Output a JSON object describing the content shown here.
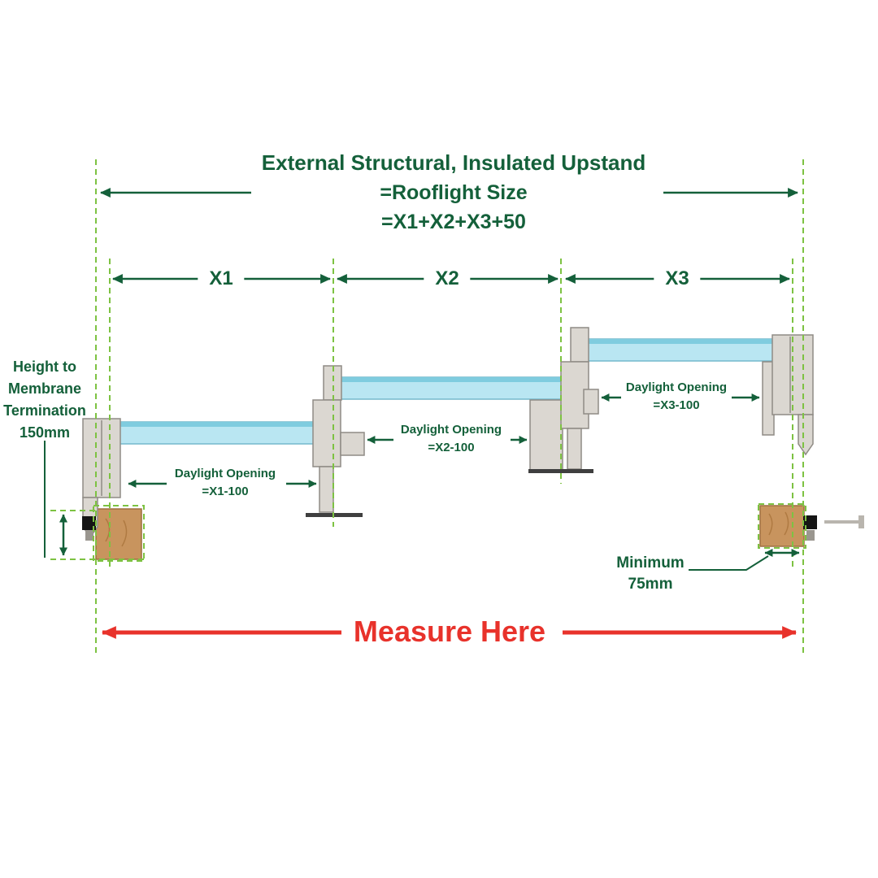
{
  "title": {
    "line1": "External Structural, Insulated Upstand",
    "line2": "=Rooflight Size",
    "line3": "=X1+X2+X3+50"
  },
  "dimensions": {
    "x1": "X1",
    "x2": "X2",
    "x3": "X3"
  },
  "daylight_openings": [
    {
      "line1": "Daylight Opening",
      "line2": "=X1-100"
    },
    {
      "line1": "Daylight Opening",
      "line2": "=X2-100"
    },
    {
      "line1": "Daylight Opening",
      "line2": "=X3-100"
    }
  ],
  "height_label": {
    "line1": "Height to",
    "line2": "Membrane",
    "line3": "Termination",
    "line4": "150mm"
  },
  "minimum_label": {
    "line1": "Minimum",
    "line2": "75mm"
  },
  "measure_here": "Measure Here",
  "colors": {
    "dark_green": "#14603a",
    "dashed_green": "#7dc242",
    "red": "#e8322b",
    "glass_blue": "#b9e6f2",
    "glass_edge": "#7fccdf",
    "frame_grey": "#dbd7d1",
    "timber_brown": "#c8945e"
  }
}
